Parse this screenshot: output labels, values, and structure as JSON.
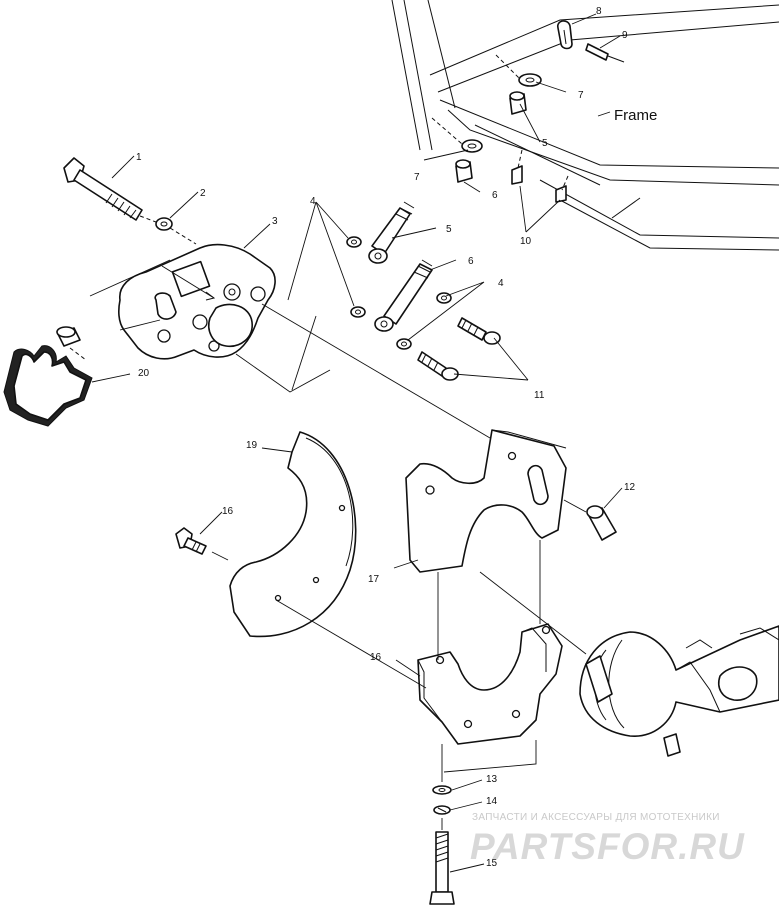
{
  "diagram": {
    "frame_label": "Frame",
    "callouts": {
      "c1": "1",
      "c2": "2",
      "c3": "3",
      "c4a": "4",
      "c4b": "4",
      "c5a": "5",
      "c5b": "5",
      "c6a": "6",
      "c6b": "6",
      "c7a": "7",
      "c7b": "7",
      "c8": "8",
      "c9": "9",
      "c10": "10",
      "c11": "11",
      "c12": "12",
      "c13": "13",
      "c14": "14",
      "c15": "15",
      "c16a": "16",
      "c16b": "16",
      "c17": "17",
      "c19": "19",
      "c20": "20"
    }
  },
  "watermark": {
    "caption": "ЗАПЧАСТИ И АКСЕССУАРЫ ДЛЯ МОТОТЕХНИКИ",
    "logo": "PARTSFOR.RU",
    "color": "#d0d0d0"
  }
}
